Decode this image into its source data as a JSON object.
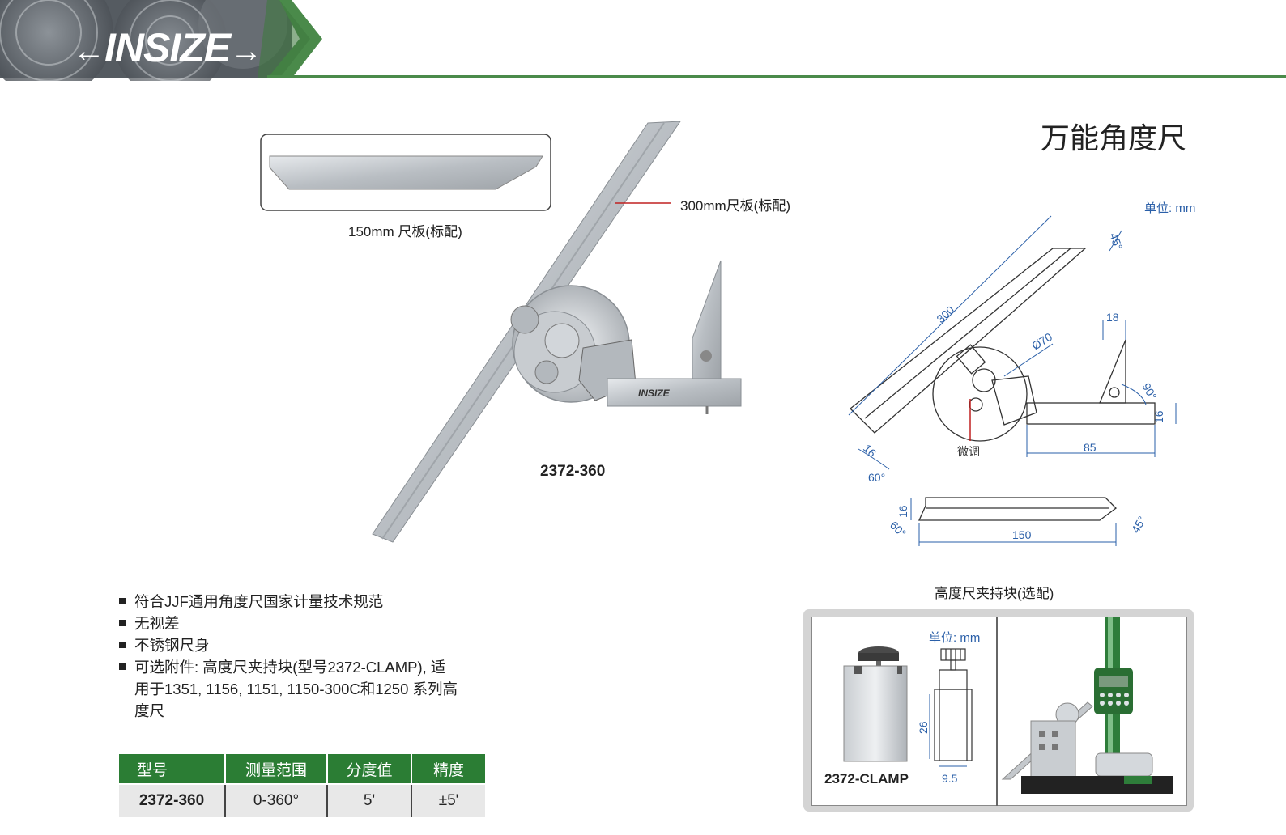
{
  "brand": {
    "logo_text": "INSIZE",
    "accent_color": "#4a8a4a"
  },
  "page": {
    "title": "万能角度尺",
    "unit_label": "单位: mm"
  },
  "photo": {
    "blade_short_label": "150mm 尺板(标配)",
    "blade_long_label": "300mm尺板(标配)",
    "instrument_brand": "INSIZE",
    "model": "2372-360"
  },
  "drawing": {
    "dims": [
      "300",
      "Ø70",
      "18",
      "90°",
      "45°",
      "16",
      "85",
      "16",
      "60°",
      "16",
      "60°",
      "150",
      "45°"
    ],
    "fine_adjust_label": "微调"
  },
  "features": [
    {
      "text": "符合JJF通用角度尺国家计量技术规范"
    },
    {
      "text": "无视差"
    },
    {
      "text": "不锈钢尺身"
    },
    {
      "text": "可选附件: 高度尺夹持块(型号2372-CLAMP), 适用于1351, 1156, 1151, 1150-300C和1250 系列高度尺"
    }
  ],
  "spec_table": {
    "headers": [
      "型号",
      "测量范围",
      "分度值",
      "精度"
    ],
    "rows": [
      [
        "2372-360",
        "0-360°",
        "5'",
        "±5'"
      ]
    ]
  },
  "clamp": {
    "title": "高度尺夹持块(选配)",
    "unit_label": "单位: mm",
    "dim_height": "26",
    "dim_width": "9.5",
    "model": "2372-CLAMP"
  }
}
